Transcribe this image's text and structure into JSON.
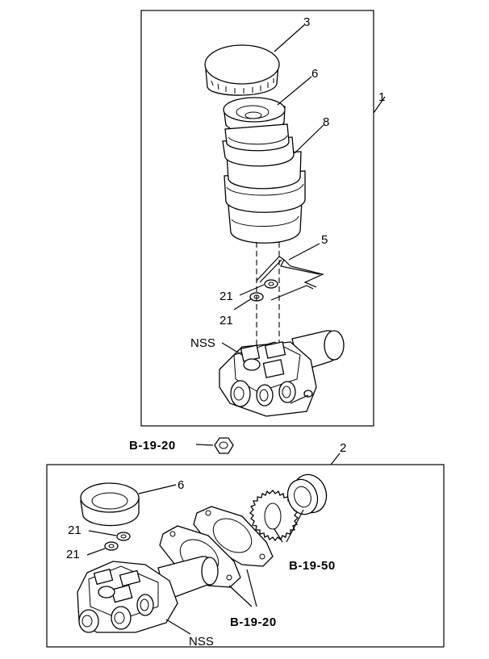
{
  "callouts": {
    "assembly_upper": "1",
    "assembly_lower": "2",
    "cap": "3",
    "boot_upper": "6",
    "boot_lower": "6",
    "reservoir": "8",
    "clip": "5",
    "grommet_a": "21",
    "grommet_b": "21",
    "grommet_c": "21",
    "grommet_d": "21",
    "nss_upper": "NSS",
    "nss_lower": "NSS"
  },
  "references": {
    "nut_ref": "B-19-20",
    "gasket_ref": "B-19-20",
    "seal_ref": "B-19-50"
  }
}
